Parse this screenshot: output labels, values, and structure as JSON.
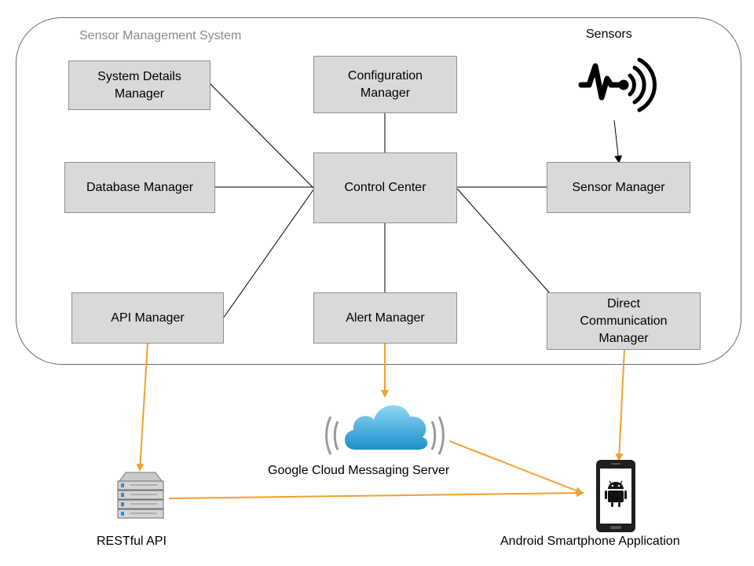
{
  "system": {
    "title": "Sensor Management System"
  },
  "components": {
    "system_details": "System Details\nManager",
    "configuration": "Configuration\nManager",
    "database": "Database Manager",
    "control_center": "Control Center",
    "sensor_manager": "Sensor Manager",
    "api_manager": "API Manager",
    "alert_manager": "Alert Manager",
    "direct_communication": "Direct\nCommunication\nManager"
  },
  "external": {
    "sensors": "Sensors",
    "gcm_server": "Google Cloud Messaging Server",
    "restful_api": "RESTful API",
    "android_app": "Android Smartphone Application"
  },
  "colors": {
    "box_fill": "#d9d9d9",
    "box_border": "#8f8f8f",
    "internal_link": "#000000",
    "external_link": "#f0a030",
    "cloud": "#29a3d8"
  },
  "icons": {
    "sensors": "sensor-wave-icon",
    "gcm": "cloud-icon",
    "api": "server-rack-icon",
    "android": "smartphone-android-icon"
  }
}
